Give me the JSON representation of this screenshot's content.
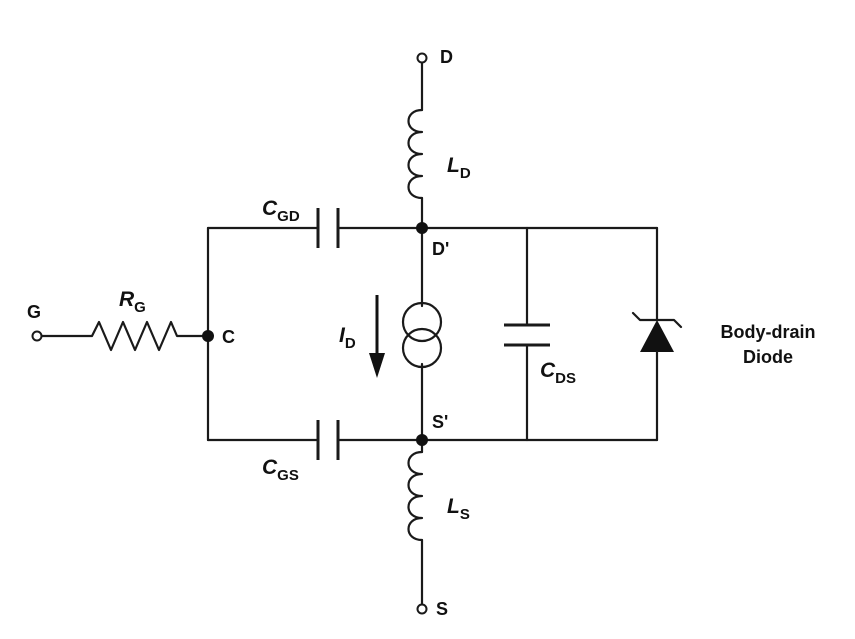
{
  "terminals": {
    "drain": "D",
    "source": "S",
    "gate": "G"
  },
  "nodes": {
    "gate_node": "C",
    "internal_drain": "D'",
    "internal_source": "S'"
  },
  "components": {
    "drain_inductor": {
      "main": "L",
      "sub": "D"
    },
    "source_inductor": {
      "main": "L",
      "sub": "S"
    },
    "gate_resistor": {
      "main": "R",
      "sub": "G"
    },
    "gate_drain_cap": {
      "main": "C",
      "sub": "GD"
    },
    "gate_source_cap": {
      "main": "C",
      "sub": "GS"
    },
    "drain_source_cap": {
      "main": "C",
      "sub": "DS"
    },
    "drain_current": {
      "main": "I",
      "sub": "D"
    }
  },
  "diode_label": {
    "line1": "Body-drain",
    "line2": "Diode"
  }
}
